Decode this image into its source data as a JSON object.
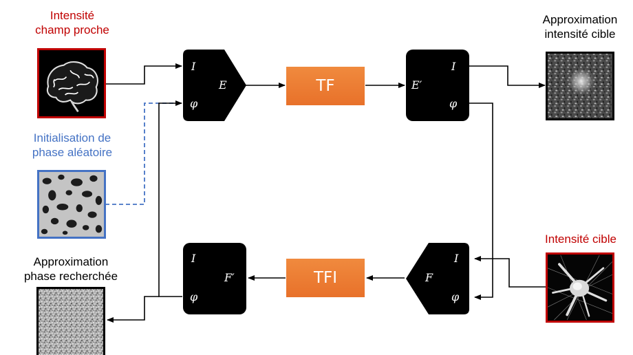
{
  "labels": {
    "near_field_line1": "Intensité",
    "near_field_line2": "champ proche",
    "init_phase_line1": "Initialisation de",
    "init_phase_line2": "phase aléatoire",
    "approx_phase_line1": "Approximation",
    "approx_phase_line2": "phase recherchée",
    "approx_target_line1": "Approximation",
    "approx_target_line2": "intensité cible",
    "target_intensity": "Intensité cible"
  },
  "blocks": {
    "tf": "TF",
    "tfi": "TFI"
  },
  "symbols": {
    "intensity": "I",
    "phase": "φ",
    "field_e": "E",
    "field_e_prime": "E′",
    "field_f": "F",
    "field_f_prime": "F′"
  },
  "colors": {
    "red_label": "#c00000",
    "blue_label": "#4472c4",
    "orange_block": "#ed7d31",
    "black_block": "#000000",
    "red_frame": "#c00000",
    "blue_frame": "#4472c4"
  }
}
